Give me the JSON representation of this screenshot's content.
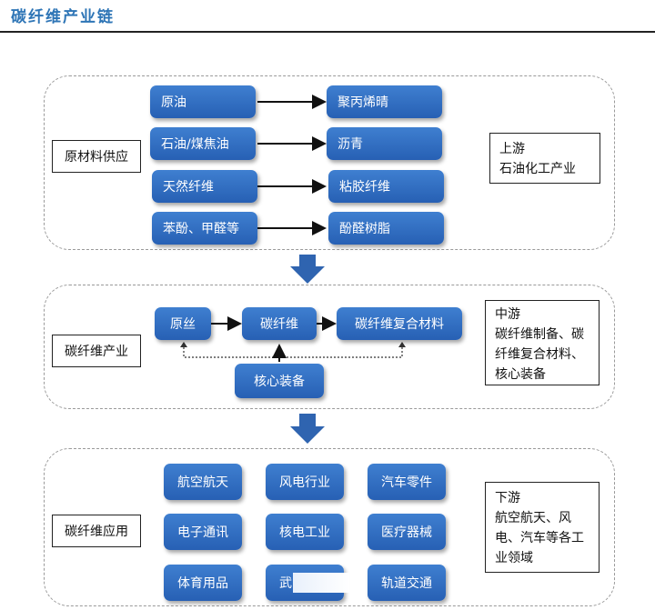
{
  "title": "碳纤维产业链",
  "upstream": {
    "category": "原材料供应",
    "pairs": [
      {
        "source": "原油",
        "product": "聚丙烯晴"
      },
      {
        "source": "石油/煤焦油",
        "product": "沥青"
      },
      {
        "source": "天然纤维",
        "product": "粘胶纤维"
      },
      {
        "source": "苯酚、甲醛等",
        "product": "酚醛树脂"
      }
    ],
    "note": "上游\n石油化工产业"
  },
  "midstream": {
    "category": "碳纤维产业",
    "precursor": "原丝",
    "fiber": "碳纤维",
    "composite": "碳纤维复合材料",
    "equipment": "核心装备",
    "note": "中游\n碳纤维制备、碳\n纤维复合材料、\n核心装备"
  },
  "downstream": {
    "category": "碳纤维应用",
    "apps": [
      "航空航天",
      "风电行业",
      "汽车零件",
      "电子通讯",
      "核电工业",
      "医疗器械",
      "体育用品",
      "武",
      "轨道交通"
    ],
    "note": "下游\n航空航天、风\n电、汽车等各工\n业领域"
  },
  "colors": {
    "title": "#2e75b6",
    "button": "#2f6dc0",
    "arrow_down": "#2f64b0"
  }
}
